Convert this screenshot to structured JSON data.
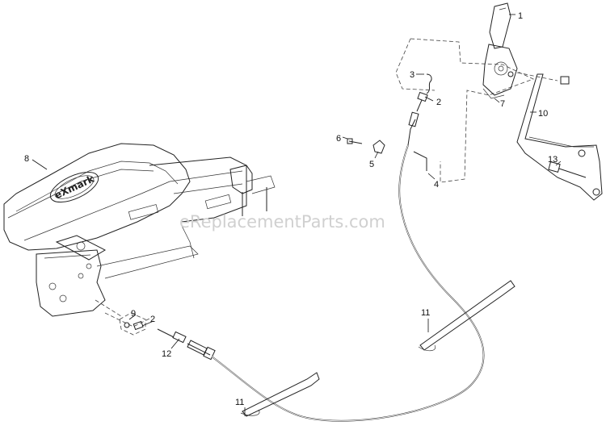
{
  "watermark": "eReplacementParts.com",
  "callouts": {
    "c1": "1",
    "c2a": "2",
    "c2b": "2",
    "c3": "3",
    "c4": "4",
    "c5": "5",
    "c6": "6",
    "c7": "7",
    "c8": "8",
    "c9": "9",
    "c10": "10",
    "c11a": "11",
    "c11b": "11",
    "c12": "12",
    "c13": "13"
  },
  "engine_label": "eXmark"
}
